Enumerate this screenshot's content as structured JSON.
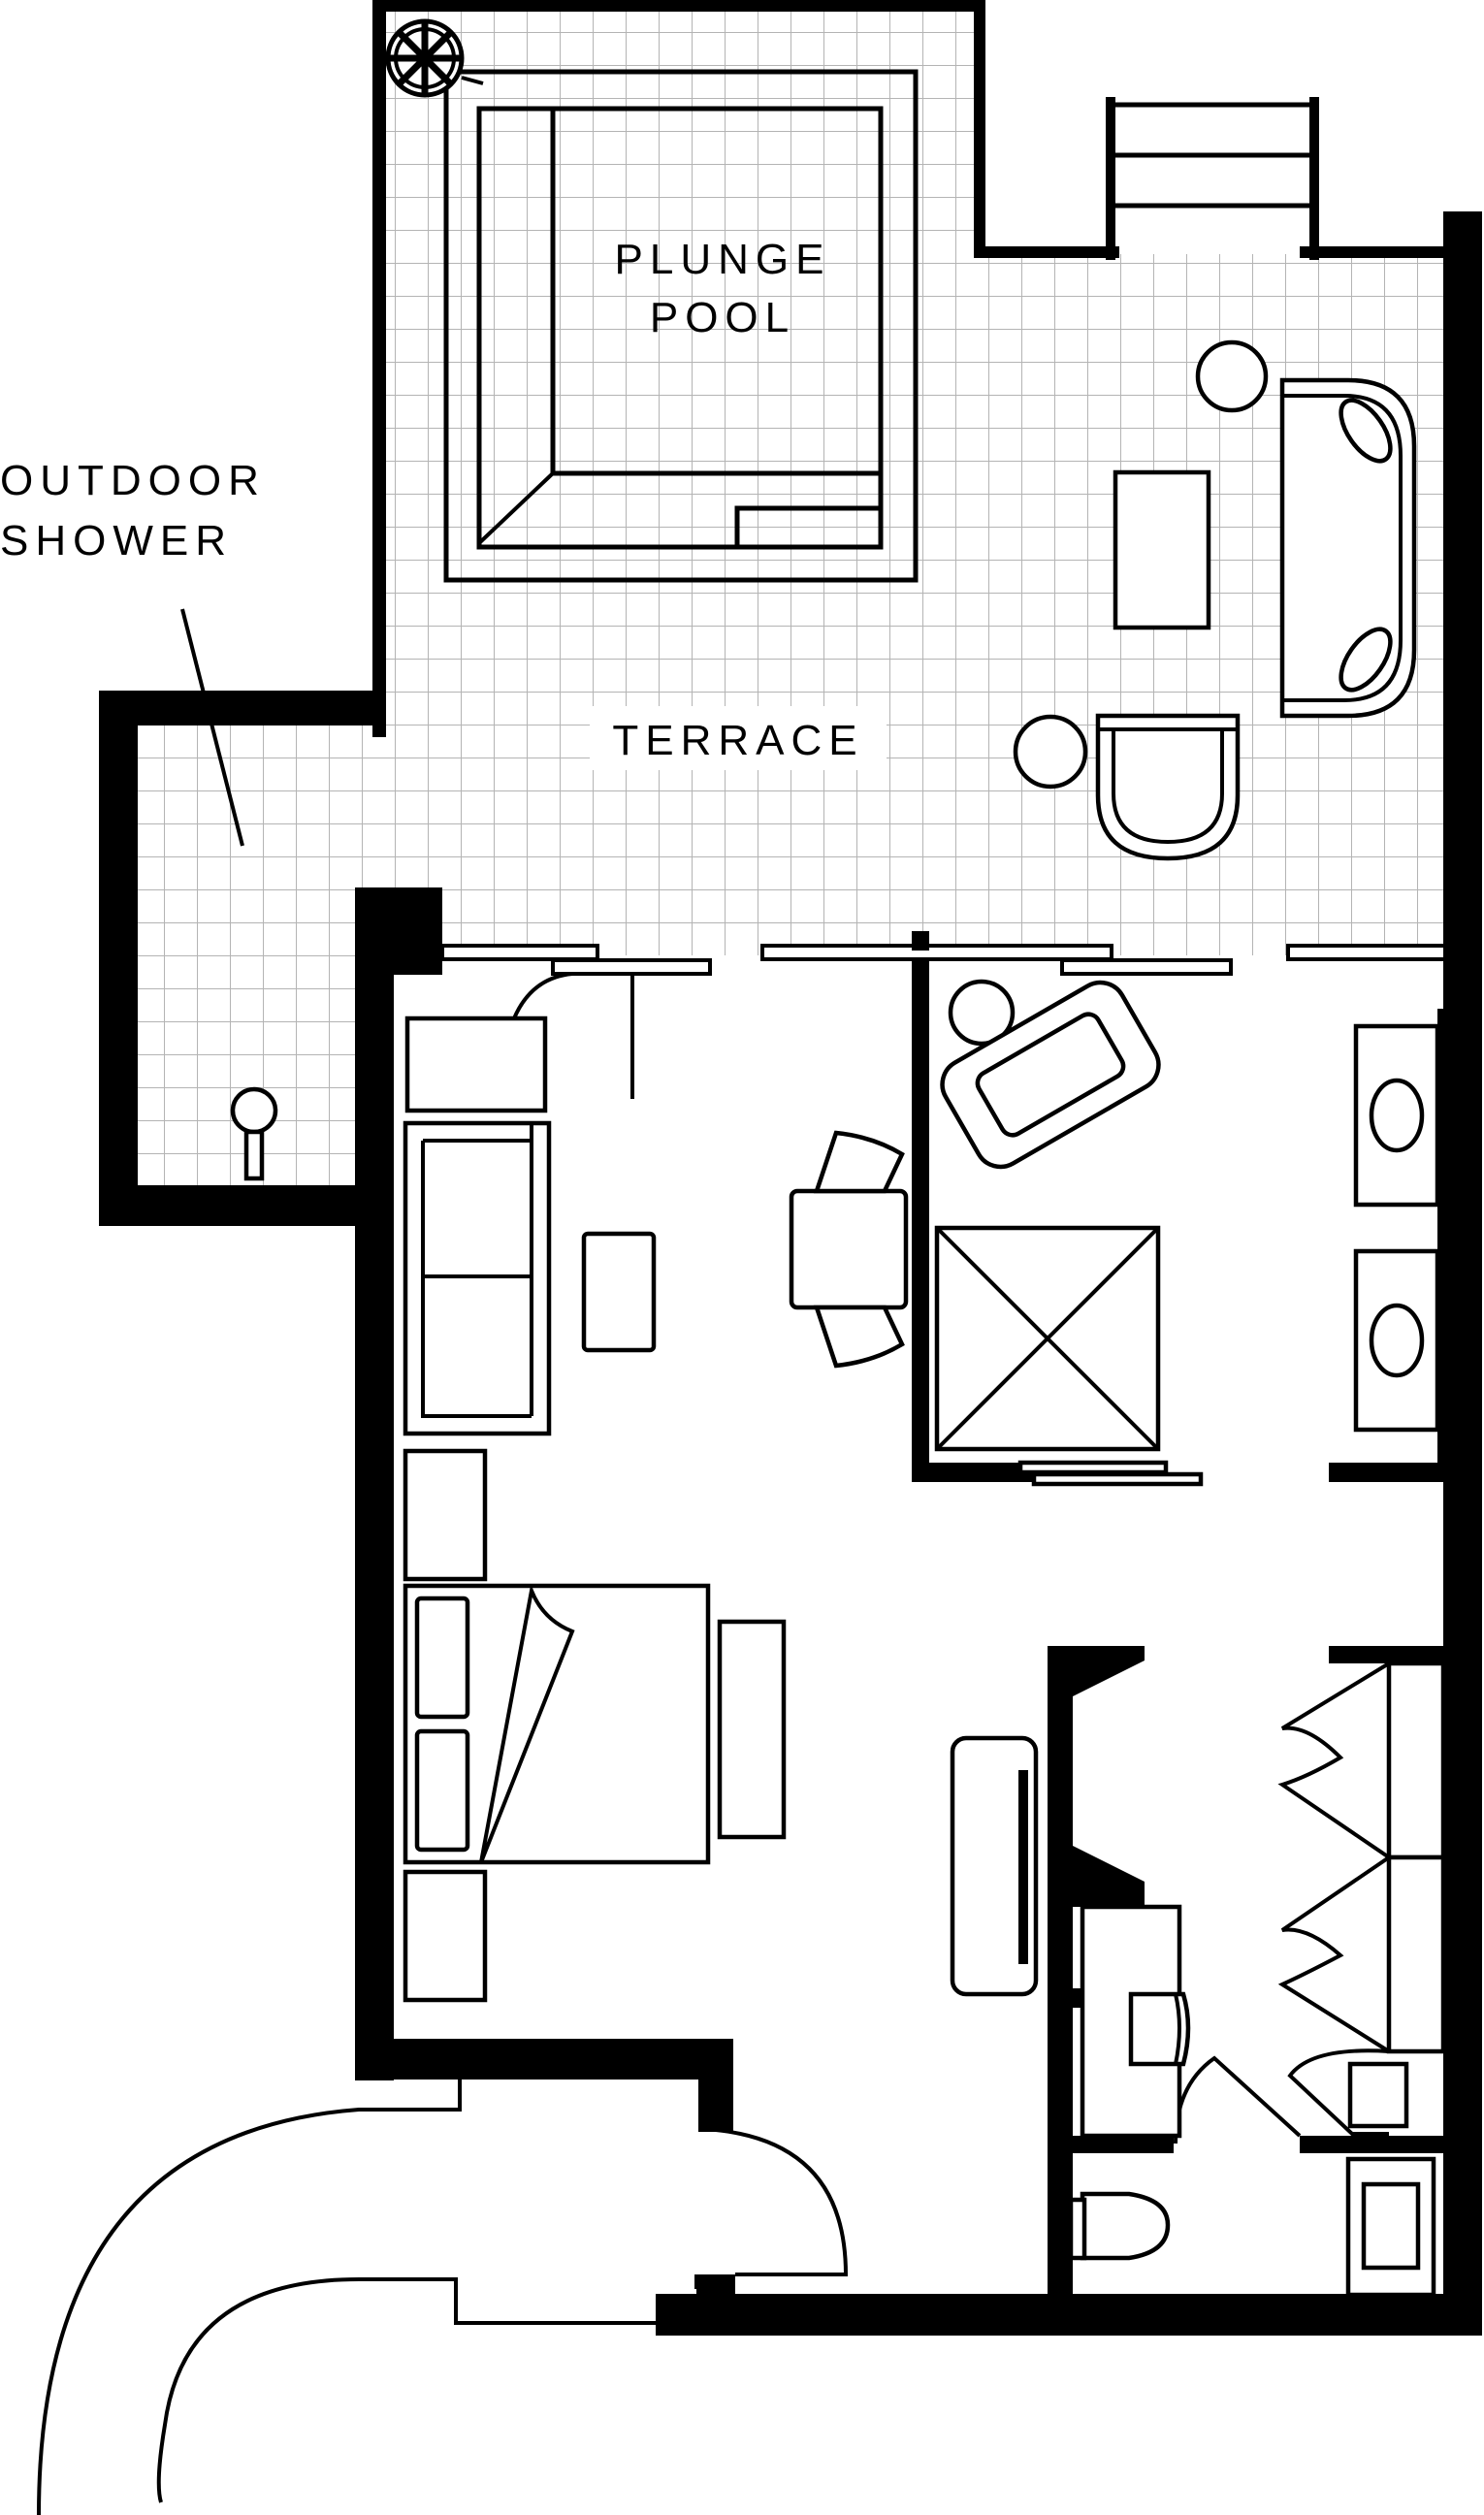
{
  "labels": {
    "plunge_pool_line1": "PLUNGE",
    "plunge_pool_line2": "POOL",
    "terrace": "TERRACE",
    "outdoor_shower_line1": "OUTDOOR",
    "outdoor_shower_line2": "SHOWER"
  },
  "colors": {
    "wall": "#000000",
    "tile_grid": "#b4b4b4",
    "background": "#ffffff"
  }
}
